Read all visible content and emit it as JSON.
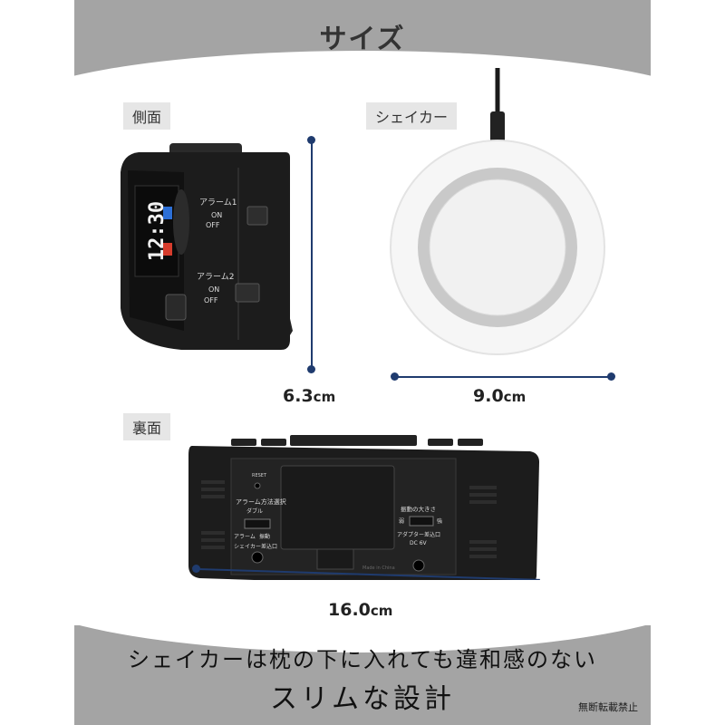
{
  "page": {
    "title": "サイズ",
    "label_side": "側面",
    "label_shaker": "シェイカー",
    "label_back": "裏面",
    "height_value": "6.3",
    "height_unit": "cm",
    "shaker_value": "9.0",
    "shaker_unit": "cm",
    "width_value": "16.0",
    "width_unit": "cm",
    "tagline_line1": "シェイカーは枕の下に入れても違和感のない",
    "tagline_line2": "スリムな設計",
    "copyright": "無断転載禁止"
  },
  "side_view": {
    "clock_digits": "12:30",
    "switch1_label": "アラーム1",
    "switch2_label": "アラーム2",
    "on_label": "ON",
    "off_label": "OFF"
  },
  "back_view": {
    "reset_label": "RESET",
    "alarm_mode_label": "アラーム方法選択",
    "double_label": "ダブル",
    "alarm_label": "アラーム",
    "vibration_label": "振動",
    "shaker_port_label": "シェイカー差込口",
    "vibration_strength_label": "振動の大きさ",
    "weak_label": "弱",
    "strong_label": "強",
    "adapter_port_label": "アダプター差込口",
    "dc_label": "DC 6V",
    "made_in_label": "Made in China"
  },
  "colors": {
    "band_gray": "#a4a4a4",
    "measure_navy": "#1f3b6e",
    "device_black": "#1c1c1c",
    "shaker_white": "#f4f4f4"
  }
}
